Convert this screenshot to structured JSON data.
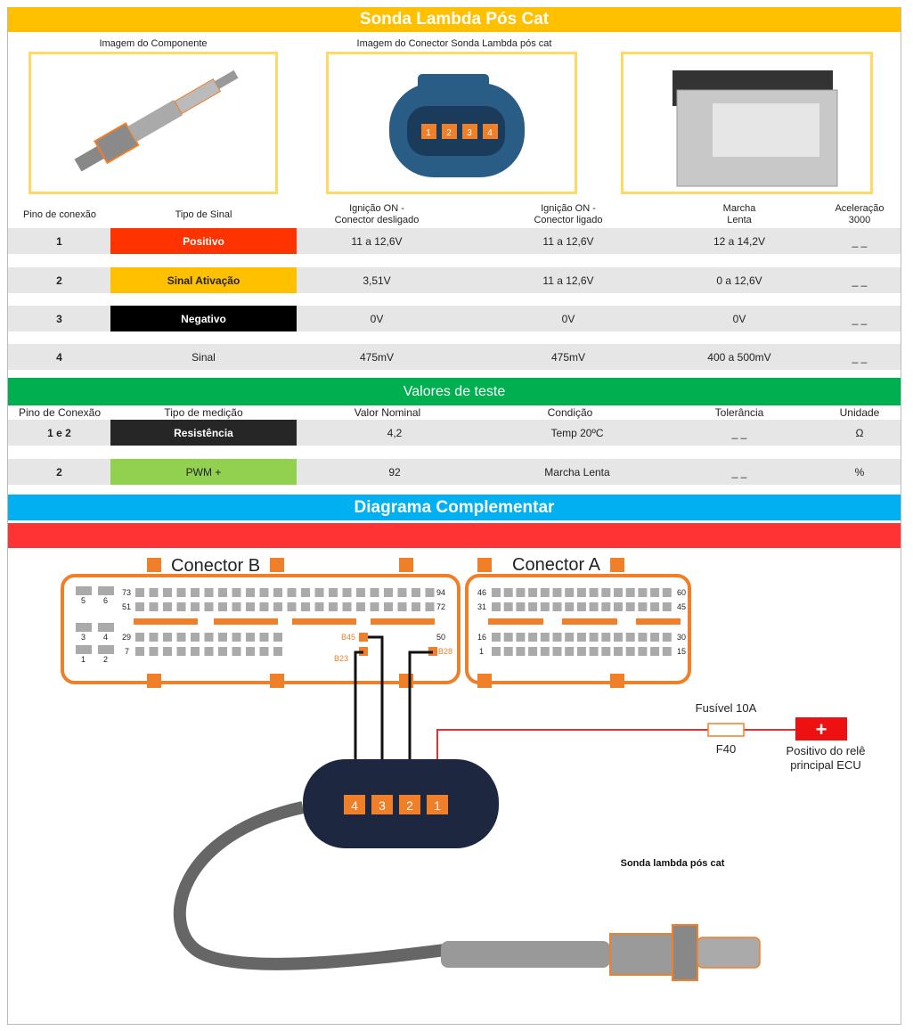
{
  "title": "Sonda Lambda Pós Cat",
  "images": {
    "component_label": "Imagem do Componente",
    "connector_label": "Imagem do Conector Sonda Lambda pós cat",
    "connector_pins": [
      "1",
      "2",
      "3",
      "4"
    ]
  },
  "signal_table": {
    "headers": [
      "Pino de conexão",
      "Tipo de Sinal",
      "Ignição ON -\nConector desligado",
      "Ignição ON -\nConector ligado",
      "Marcha\nLenta",
      "Aceleração\n3000"
    ],
    "rows": [
      {
        "pin": "1",
        "signal": "Positivo",
        "color": "#FF3300",
        "text_color": "#ffffff",
        "ign_off": "11 a 12,6V",
        "ign_on": "11 a 12,6V",
        "idle": "12 a 14,2V",
        "accel": "_ _"
      },
      {
        "pin": "2",
        "signal": "Sinal Ativação",
        "color": "#FFC000",
        "text_color": "#222222",
        "ign_off": "3,51V",
        "ign_on": "11 a 12,6V",
        "idle": "0 a 12,6V",
        "accel": "_ _"
      },
      {
        "pin": "3",
        "signal": "Negativo",
        "color": "#000000",
        "text_color": "#ffffff",
        "ign_off": "0V",
        "ign_on": "0V",
        "idle": "0V",
        "accel": "_ _"
      },
      {
        "pin": "4",
        "signal": "Sinal",
        "color": "#E6E6E6",
        "text_color": "#222222",
        "ign_off": "475mV",
        "ign_on": "475mV",
        "idle": "400 a 500mV",
        "accel": "_ _"
      }
    ]
  },
  "test_values": {
    "title": "Valores de teste",
    "headers": [
      "Pino de Conexão",
      "Tipo de medição",
      "Valor Nominal",
      "Condição",
      "Tolerância",
      "Unidade"
    ],
    "rows": [
      {
        "pin": "1 e 2",
        "type": "Resistência",
        "color": "#262626",
        "text_color": "#ffffff",
        "nominal": "4,2",
        "condition": "Temp 20ºC",
        "tolerance": "_ _",
        "unit": "Ω"
      },
      {
        "pin": "2",
        "type": "PWM +",
        "color": "#92D050",
        "text_color": "#222222",
        "nominal": "92",
        "condition": "Marcha Lenta",
        "tolerance": "_ _",
        "unit": "%"
      }
    ]
  },
  "diagram": {
    "title": "Diagrama Complementar",
    "connector_b": {
      "label": "Conector B",
      "aux_pins": [
        "5",
        "6",
        "3",
        "4",
        "1",
        "2"
      ],
      "row_labels": [
        "73",
        "51",
        "29",
        "7",
        "94",
        "72",
        "50"
      ],
      "pins": [
        "B45",
        "B23",
        "B28"
      ]
    },
    "connector_a": {
      "label": "Conector A",
      "row_labels": [
        "46",
        "31",
        "16",
        "1",
        "60",
        "45",
        "30",
        "15"
      ]
    },
    "fuse_label": "Fusível 10A",
    "fuse_id": "F40",
    "relay_label_1": "Positivo do relê",
    "relay_label_2": "principal ECU",
    "relay_symbol": "+",
    "sensor_pins": [
      "4",
      "3",
      "2",
      "1"
    ],
    "sensor_label": "Sonda lambda pós cat"
  },
  "colors": {
    "title": "#FFC000",
    "green": "#00B050",
    "blue": "#00B0F0",
    "red": "#FF3333",
    "orange": "#F07F2A"
  }
}
